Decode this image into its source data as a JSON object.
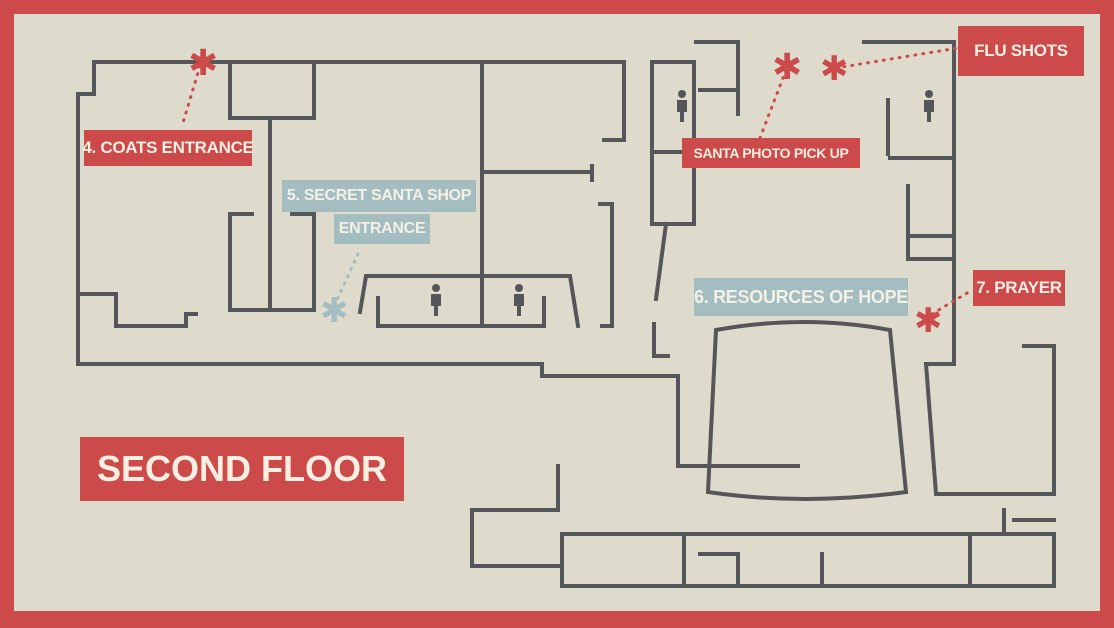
{
  "floor_title": "SECOND FLOOR",
  "colors": {
    "accent_red": "#cc4a4a",
    "accent_teal": "#a4bdc1",
    "background": "#dedbcd",
    "walls": "#55565a"
  },
  "labels": {
    "coats_entrance": "4. COATS ENTRANCE",
    "secret_santa_shop": "5. SECRET SANTA SHOP",
    "secret_santa_entrance": "ENTRANCE",
    "resources_of_hope": "6. RESOURCES OF HOPE",
    "prayer": "7. PRAYER",
    "flu_shots": "FLU SHOTS",
    "santa_photo": "SANTA PHOTO PICK UP"
  },
  "icons": {
    "location_marker": "asterisk-icon",
    "restroom": "restroom-person-icon"
  }
}
